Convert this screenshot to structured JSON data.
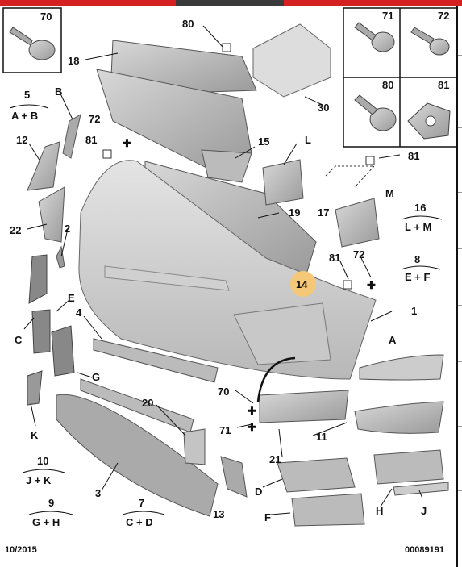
{
  "header": {
    "brand_color": "#d42020"
  },
  "fastener_boxes": [
    {
      "id": "70",
      "icon": "screw-icon"
    },
    {
      "id": "71",
      "icon": "push-clip-icon"
    },
    {
      "id": "72",
      "icon": "screw-icon"
    },
    {
      "id": "80",
      "icon": "rivet-clip-icon"
    },
    {
      "id": "81",
      "icon": "bracket-clip-icon"
    }
  ],
  "parts": {
    "p80": "80",
    "p18": "18",
    "p30": "30",
    "p5": "5",
    "p5sub": "A + B",
    "pB": "B",
    "p72a": "72",
    "p81a": "81",
    "p15": "15",
    "p12": "12",
    "pL": "L",
    "p81b": "81",
    "pM": "M",
    "p16": "16",
    "p16sub": "L + M",
    "p19": "19",
    "p17": "17",
    "p22": "22",
    "p2": "2",
    "p81c": "81",
    "p72b": "72",
    "p8": "8",
    "p8sub": "E + F",
    "p14": "14",
    "pE": "E",
    "pC": "C",
    "p4": "4",
    "p1": "1",
    "pA": "A",
    "pG": "G",
    "p70": "70",
    "p20": "20",
    "p71": "71",
    "pK": "K",
    "p11": "11",
    "p21": "21",
    "p10": "10",
    "p10sub": "J + K",
    "p3": "3",
    "pD": "D",
    "pH": "H",
    "p9": "9",
    "p9sub": "G + H",
    "p7": "7",
    "p7sub": "C + D",
    "p13": "13",
    "pF": "F",
    "pJ": "J"
  },
  "highlight": {
    "label": "14",
    "color": "#f5c878"
  },
  "footer": {
    "date": "10/2015",
    "ref": "00089191"
  }
}
